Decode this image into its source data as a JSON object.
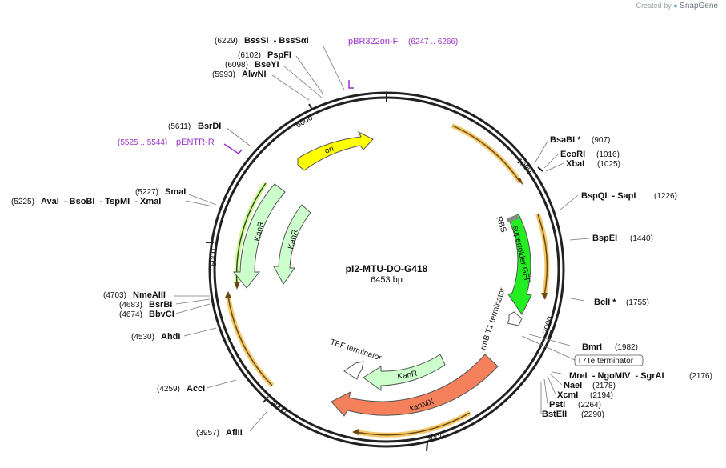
{
  "credit": {
    "prefix": "Created by",
    "brand": "SnapGene"
  },
  "plasmid": {
    "name": "pI2-MTU-DO-G418",
    "length": "6453 bp"
  },
  "ticks": [
    "1000",
    "2000",
    "3000",
    "4000",
    "5000",
    "6000"
  ],
  "enzymes": [
    {
      "pos": "(6229)",
      "name": "BssSI  - BssSαI"
    },
    {
      "pos": "(6102)",
      "name": "PspFI"
    },
    {
      "pos": "(6098)",
      "name": "BseYI"
    },
    {
      "pos": "(5993)",
      "name": "AlwNI"
    },
    {
      "pos": "(5611)",
      "name": "BsrDI"
    },
    {
      "pos": "(5227)",
      "name": "SmaI"
    },
    {
      "pos": "(5225)",
      "name": "AvaI  - BsoBI  - TspMI  - XmaI"
    },
    {
      "pos": "(4703)",
      "name": "NmeAIII"
    },
    {
      "pos": "(4683)",
      "name": "BsrBI"
    },
    {
      "pos": "(4674)",
      "name": "BbvCI"
    },
    {
      "pos": "(4530)",
      "name": "AhdI"
    },
    {
      "pos": "(4259)",
      "name": "AccI"
    },
    {
      "pos": "(3957)",
      "name": "AflII"
    },
    {
      "pos": "(907)",
      "name": "BsaBI *"
    },
    {
      "pos": "(1016)",
      "name": "EcoRI"
    },
    {
      "pos": "(1025)",
      "name": "XbaI"
    },
    {
      "pos": "(1226)",
      "name": "BspQI  - SapI"
    },
    {
      "pos": "(1440)",
      "name": "BspEI"
    },
    {
      "pos": "(1755)",
      "name": "BclI *"
    },
    {
      "pos": "(1982)",
      "name": "BmrI"
    },
    {
      "pos": "(2176)",
      "name": "MreI  - NgoMIV  - SgrAI"
    },
    {
      "pos": "(2178)",
      "name": "NaeI"
    },
    {
      "pos": "(2194)",
      "name": "XcmI"
    },
    {
      "pos": "(2264)",
      "name": "PstI"
    },
    {
      "pos": "(2290)",
      "name": "BstEII"
    }
  ],
  "primers": [
    {
      "name": "pBR322ori-F",
      "range": "(6247 .. 6266)"
    },
    {
      "name": "pENTR-R",
      "range": "(5525 .. 5544)"
    }
  ],
  "features": {
    "ori": "ori",
    "kanr_outer": "KanR",
    "kanr_inner": "KanR",
    "kanr_lower": "KanR",
    "kanmx": "kanMX",
    "sfgfp": "superfolder GFP",
    "rbs": "RBS",
    "rrnb": "rrnB T1 terminator",
    "tef": "TEF terminator",
    "t7te": "T7Te terminator"
  },
  "colors": {
    "ori": "#ffff00",
    "kanr": "#ccffcc",
    "kanmx": "#f5805c",
    "gfp": "#22ee22",
    "orf_fill": "#f5c96a",
    "primer": "#9b30c8"
  }
}
